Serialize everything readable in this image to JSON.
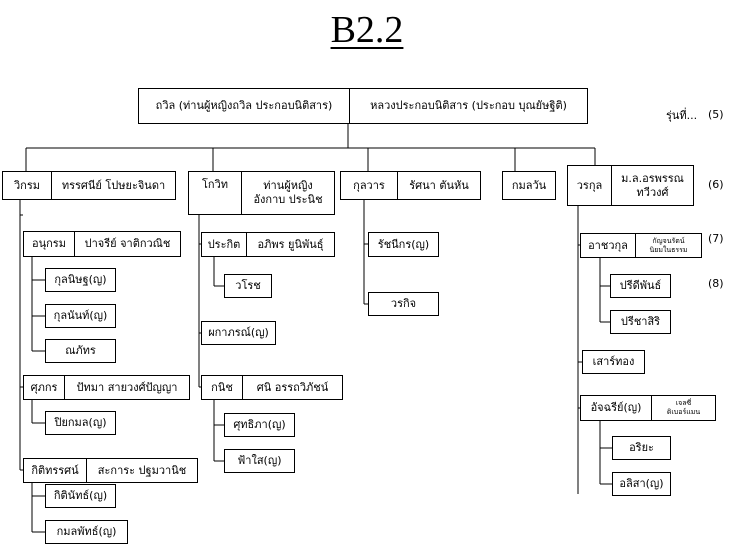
{
  "title": "B2.2",
  "generations": {
    "label": "รุ่นที่...",
    "g5": "(5)",
    "g6": "(6)",
    "g7": "(7)",
    "g8": "(8)"
  },
  "root": {
    "left": "ถวิล (ท่านผู้หญิงถวิล ประกอบนิติสาร)",
    "right": "หลวงประกอบนิติสาร (ประกอบ บุณยัษฐิติ)"
  },
  "children": {
    "wikrom": {
      "name": "วิกรม",
      "spouse": "ทรรศนีย์ โปษยะจินดา"
    },
    "kowit": {
      "name": "โกวิท",
      "spouse_line1": "ท่านผู้หญิง",
      "spouse_line2": "อังกาบ ประนิช"
    },
    "kulawan": {
      "name": "กุลวาร",
      "spouse": "รัศนา ตันหัน"
    },
    "kamolwan": {
      "name": "กมลวัน"
    },
    "worakul": {
      "name": "วรกุล",
      "spouse_line1": "ม.ล.อรพรรณ",
      "spouse_line2": "ทวีวงศ์"
    }
  },
  "wikrom_line": {
    "anukrom": {
      "name": "อนุกรม",
      "spouse": "ปาจรีย์ จาติกวณิช"
    },
    "kulnit": "กุลนิษฐ(ญ)",
    "kulanan": "กุลนันท์(ญ)",
    "nanapat": "ณภัทร",
    "sukorn": {
      "name": "ศุภกร",
      "spouse": "ปัทมา สายวงศ์ปัญญา"
    },
    "piyakamon": "ปิยกมล(ญ)",
    "kittitat": {
      "name": "กิติทรรศน์",
      "spouse": "สะการะ ปฐมวานิช"
    },
    "kitinat": "กิตินัทธ์(ญ)",
    "kamolpat": "กมลพัทธ์(ญ)"
  },
  "kowit_line": {
    "prakit": {
      "name": "ประกิต",
      "spouse": "อภิพร ยูนิพันธุ์"
    },
    "warot": "วโรช",
    "pakaporn": "ผกาภรณ์(ญ)",
    "kanit": {
      "name": "กนิช",
      "spouse": "ศนิ อรรถวิภัชน์"
    },
    "sutthipa": "ศุทธิภา(ญ)",
    "fasai": "ฟ้าใส(ญ)"
  },
  "kulawan_line": {
    "ratchanikorn": "รัชนีกร(ญ)",
    "worakit": "วรกิจ"
  },
  "worakul_line": {
    "artchakul": {
      "name": "อาชวกุล",
      "spouse_line1": "กัญจนรัตน์",
      "spouse_line2": "นิยมในธรรม"
    },
    "preedipan": "ปรีดีพันธ์",
    "preechasiri": "ปรีชาสิริ",
    "saotong": "เสาร์ทอง",
    "atchari": {
      "name": "อัจฉรีย์(ญ)",
      "spouse_line1": "เจลซี่",
      "spouse_line2": "ดิเบอร์แมน"
    },
    "ariya": "อริยะ",
    "alisa": "อลิสา(ญ)"
  }
}
